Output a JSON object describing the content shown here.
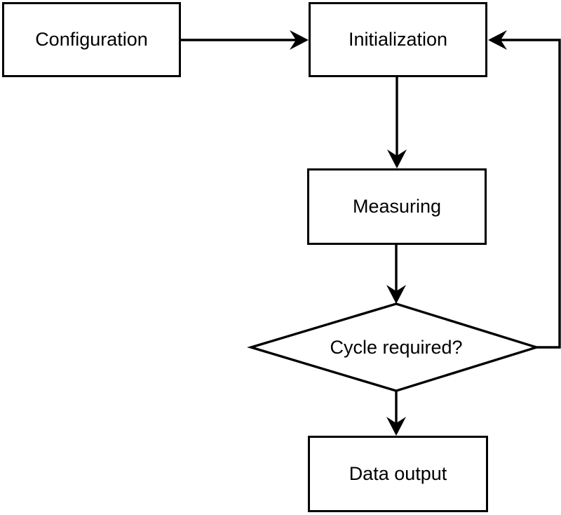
{
  "diagram": {
    "type": "flowchart",
    "colors": {
      "background": "#ffffff",
      "stroke": "#000000",
      "node_fill": "#ffffff",
      "text": "#000000"
    },
    "nodes": {
      "configuration": {
        "label": "Configuration",
        "shape": "rectangle"
      },
      "initialization": {
        "label": "Initialization",
        "shape": "rectangle"
      },
      "measuring": {
        "label": "Measuring",
        "shape": "rectangle"
      },
      "cycle_required": {
        "label": "Cycle required?",
        "shape": "diamond"
      },
      "data_output": {
        "label": "Data output",
        "shape": "rectangle"
      }
    },
    "edges": [
      {
        "from": "configuration",
        "to": "initialization",
        "direction": "right"
      },
      {
        "from": "initialization",
        "to": "measuring",
        "direction": "down"
      },
      {
        "from": "measuring",
        "to": "cycle_required",
        "direction": "down"
      },
      {
        "from": "cycle_required",
        "to": "data_output",
        "direction": "down"
      },
      {
        "from": "cycle_required",
        "to": "initialization",
        "direction": "right-then-up-feedback-loop"
      }
    ]
  }
}
